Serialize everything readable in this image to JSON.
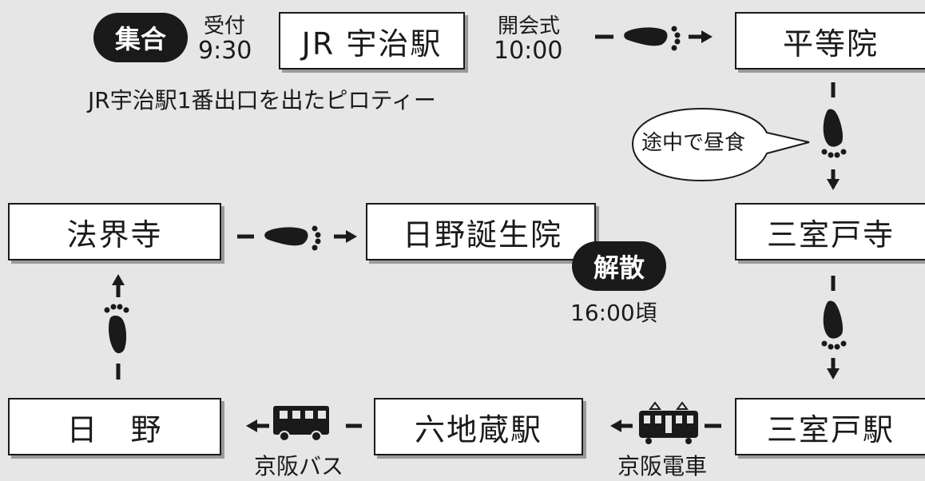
{
  "gather": {
    "badge": "集合",
    "reception_label": "受付",
    "reception_time": "9:30",
    "meeting_place": "JR宇治駅1番出口を出たピロティー"
  },
  "opening": {
    "label": "開会式",
    "time": "10:00"
  },
  "stops": {
    "uji_station": "JR 宇治駅",
    "byodoin": "平等院",
    "mimurotoji": "三室戸寺",
    "mimurodo_station": "三室戸駅",
    "rokujizo_station": "六地蔵駅",
    "hino": "日　野",
    "hokaiji": "法界寺",
    "hino_tanjoin": "日野誕生院"
  },
  "lunch_bubble": "途中で昼食",
  "dismissal": {
    "badge": "解散",
    "time": "16:00頃"
  },
  "transport": {
    "keihan_train": "京阪電車",
    "keihan_bus": "京阪バス"
  },
  "colors": {
    "ink": "#1a1a1a",
    "background": "#e6e6e6",
    "box": "#ffffff",
    "shadow": "#9a9a9a"
  }
}
